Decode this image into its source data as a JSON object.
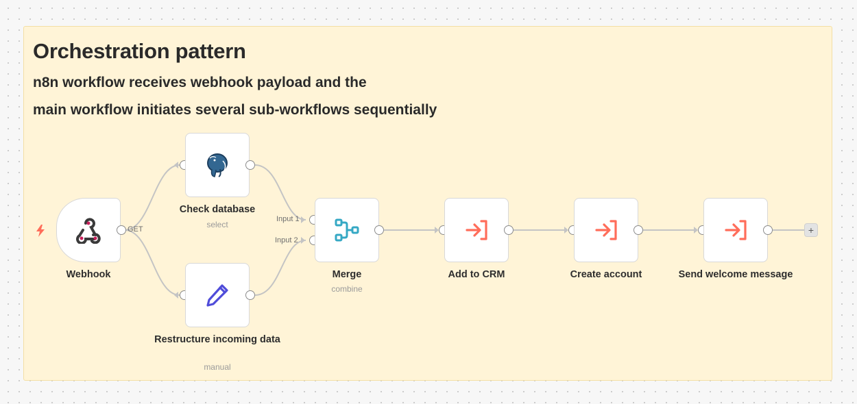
{
  "sticky": {
    "title": "Orchestration pattern",
    "line1": "n8n workflow receives webhook payload and the",
    "line2": "main workflow initiates several sub-workflows sequentially",
    "background": "#fff4d7"
  },
  "nodes": {
    "webhook": {
      "label": "Webhook",
      "method": "GET",
      "icon": "webhook-icon"
    },
    "check_db": {
      "label": "Check database",
      "subtitle": "select",
      "icon": "postgres-elephant-icon"
    },
    "restructure": {
      "label": "Restructure incoming data",
      "subtitle": "manual",
      "icon": "pencil-icon"
    },
    "merge": {
      "label": "Merge",
      "subtitle": "combine",
      "input1": "Input 1",
      "input2": "Input 2",
      "icon": "merge-icon"
    },
    "add_crm": {
      "label": "Add to CRM",
      "icon": "execute-workflow-icon"
    },
    "create_account": {
      "label": "Create account",
      "icon": "execute-workflow-icon"
    },
    "send_welcome": {
      "label": "Send welcome message",
      "icon": "execute-workflow-icon"
    }
  },
  "add_node": "+",
  "colors": {
    "accent_orange": "#ff6d5a",
    "merge_teal": "#35a8c4",
    "pencil_blue": "#4f4cd9",
    "trigger_bolt": "#ff6d5a"
  }
}
